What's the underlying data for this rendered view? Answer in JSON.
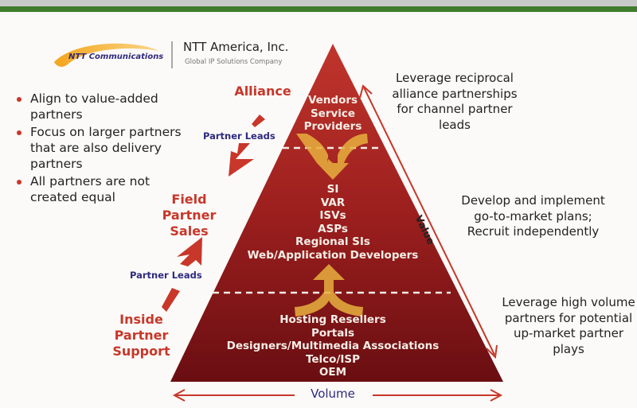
{
  "header": {
    "logo_text": "NTT Communications",
    "company_name": "NTT America, Inc.",
    "tagline": "Global IP Solutions Company"
  },
  "bullets": [
    "Align to value-added partners",
    "Focus on larger partners that are also delivery partners",
    "All partners are not created equal"
  ],
  "left_labels": {
    "alliance": "Alliance",
    "partner_leads_top": "Partner Leads",
    "field_partner_sales": "Field Partner Sales",
    "partner_leads_bottom": "Partner Leads",
    "inside_partner_support": "Inside Partner Support"
  },
  "pyramid": {
    "tiers": [
      {
        "items": [
          "Vendors",
          "Service",
          "Providers"
        ]
      },
      {
        "items": [
          "SI",
          "VAR",
          "ISVs",
          "ASPs",
          "Regional SIs",
          "Web/Application Developers"
        ]
      },
      {
        "items": [
          "Hosting Resellers",
          "Portals",
          "Designers/Multimedia Associations",
          "Telco/ISP",
          "OEM"
        ]
      }
    ],
    "value_label": "Value",
    "volume_label": "Volume"
  },
  "notes": [
    "Leverage reciprocal alliance partnerships for channel partner leads",
    "Develop and implement go-to-market plans; Recruit independently",
    "Leverage high volume partners for potential up-market partner plays"
  ],
  "colors": {
    "accent_red": "#c8372a",
    "label_blue": "#2e2a7e",
    "pyramid_top": "#b8302a",
    "pyramid_bottom": "#6a0e12",
    "arrow_gold": "#e8b43c",
    "header_green": "#3f7d2c"
  }
}
